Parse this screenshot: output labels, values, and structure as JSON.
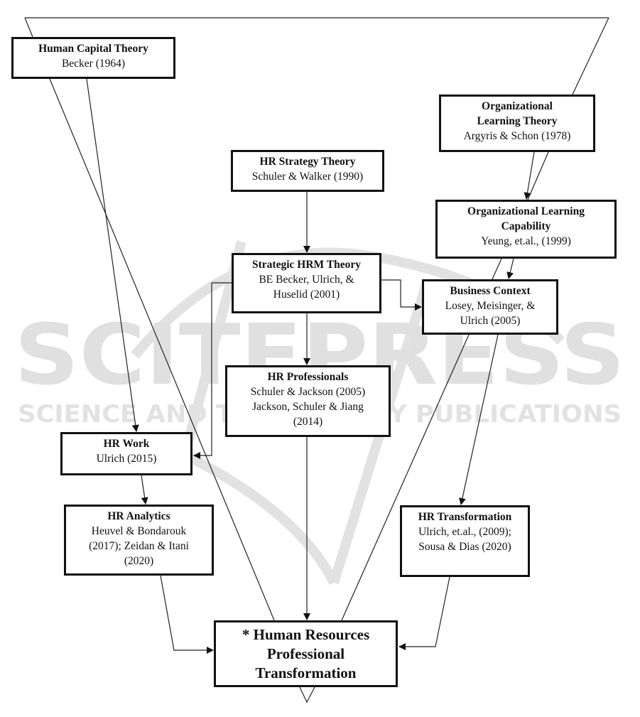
{
  "diagram": {
    "type": "funnel-flow-diagram",
    "watermark": {
      "line1": "SCITEPRESS",
      "line2": "SCIENCE AND TECHNOLOGY PUBLICATIONS",
      "color": "#d9d9d9"
    },
    "nodes": {
      "human_capital": {
        "title": "Human Capital Theory",
        "cite": "Becker (1964)"
      },
      "org_learning_theory": {
        "title": "Organizational Learning Theory",
        "cite": "Argyris & Schon (1978)"
      },
      "hr_strategy": {
        "title": "HR Strategy Theory",
        "cite": "Schuler & Walker (1990)"
      },
      "strategic_hrm": {
        "title": "Strategic HRM Theory",
        "cite": "BE Becker, Ulrich, & Huselid (2001)"
      },
      "org_learning_capability": {
        "title": "Organizational Learning Capability",
        "cite": "Yeung, et.al., (1999)"
      },
      "business_context": {
        "title": "Business Context",
        "cite": "Losey, Meisinger, & Ulrich (2005)"
      },
      "hr_professionals": {
        "title": "HR Professionals",
        "cite": "Schuler & Jackson (2005) Jackson, Schuler & Jiang (2014)"
      },
      "hr_work": {
        "title": "HR Work",
        "cite": "Ulrich (2015)"
      },
      "hr_analytics": {
        "title": "HR Analytics",
        "cite": "Heuvel & Bondarouk (2017); Zeidan & Itani (2020)"
      },
      "hr_transformation": {
        "title": "HR Transformation",
        "cite": "Ulrich, et.al., (2009); Sousa & Dias (2020)"
      },
      "hr_prof_transformation": {
        "title": "* Human Resources Professional Transformation"
      }
    },
    "edges": [
      {
        "from": "human_capital",
        "to": "hr_work"
      },
      {
        "from": "org_learning_theory",
        "to": "org_learning_capability"
      },
      {
        "from": "org_learning_capability",
        "to": "business_context"
      },
      {
        "from": "hr_strategy",
        "to": "strategic_hrm"
      },
      {
        "from": "strategic_hrm",
        "to": "hr_professionals"
      },
      {
        "from": "strategic_hrm",
        "to": "hr_work"
      },
      {
        "from": "strategic_hrm",
        "to": "business_context"
      },
      {
        "from": "business_context",
        "to": "hr_transformation"
      },
      {
        "from": "hr_work",
        "to": "hr_analytics"
      },
      {
        "from": "hr_professionals",
        "to": "hr_prof_transformation"
      },
      {
        "from": "hr_analytics",
        "to": "hr_prof_transformation"
      },
      {
        "from": "hr_transformation",
        "to": "hr_prof_transformation"
      }
    ]
  }
}
